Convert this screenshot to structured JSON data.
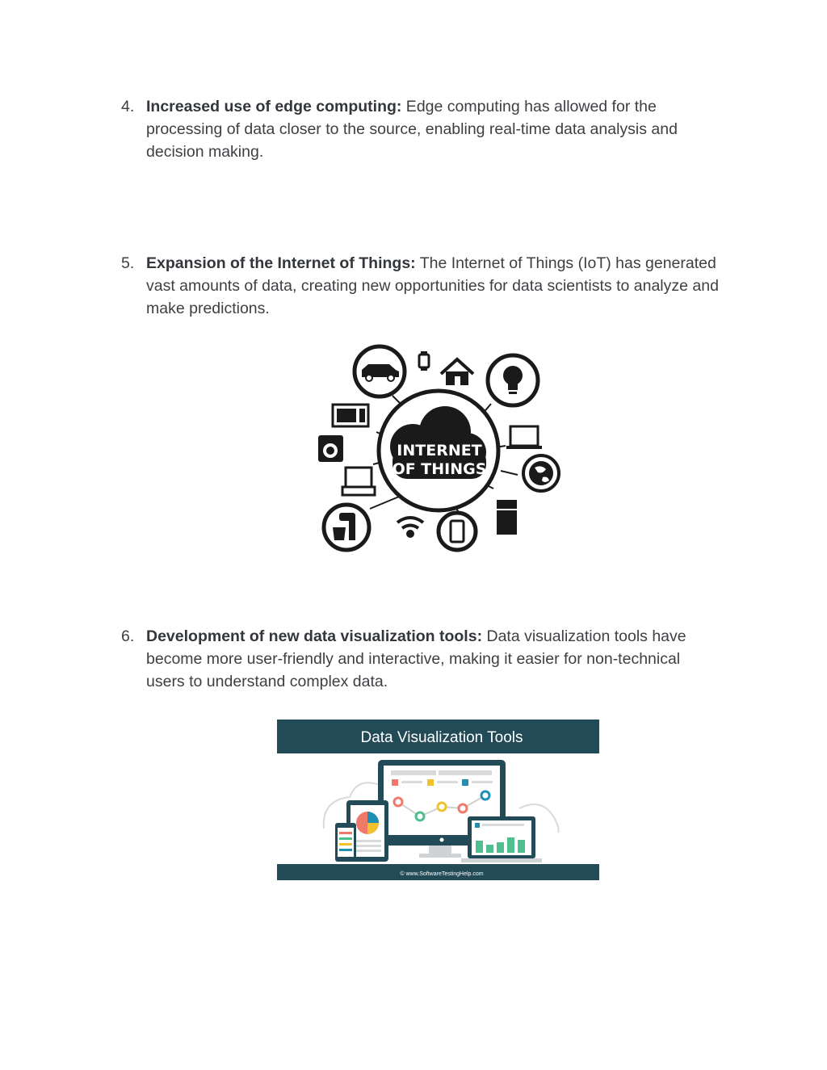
{
  "list": [
    {
      "number": "4.",
      "heading": "Increased use of edge computing:",
      "body": " Edge computing has allowed for the processing of data closer to the source, enabling real-time data analysis and decision making."
    },
    {
      "number": "5.",
      "heading": "Expansion of the Internet of Things:",
      "body": " The Internet of Things (IoT) has generated vast amounts of data, creating new opportunities for data scientists to analyze and make predictions."
    },
    {
      "number": "6.",
      "heading": "Development of new data visualization tools:",
      "body": " Data visualization tools have become more user-friendly and interactive, making it easier for non-technical users to understand complex data."
    }
  ],
  "iot_image": {
    "line1": "INTERNET",
    "line2": "OF THINGS"
  },
  "dv_image": {
    "title": "Data Visualization Tools",
    "credit": "© www.SoftwareTestingHelp.com"
  },
  "colors": {
    "text": "#3d3f43",
    "banner": "#234a57",
    "accent_red": "#f07a6a",
    "accent_green": "#4fbf8f",
    "accent_yellow": "#f2c22e",
    "accent_blue": "#1f8fb3"
  }
}
